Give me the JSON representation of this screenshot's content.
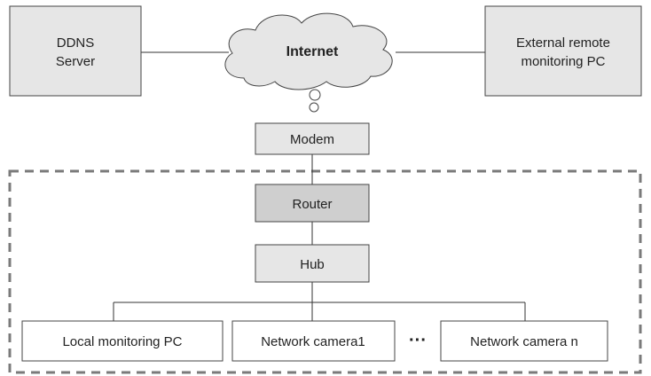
{
  "nodes": {
    "ddns_server": {
      "line1": "DDNS",
      "line2": "Server"
    },
    "internet": "Internet",
    "external_pc": {
      "line1": "External remote",
      "line2": "monitoring PC"
    },
    "modem": "Modem",
    "router": "Router",
    "hub": "Hub",
    "local_pc": "Local monitoring PC",
    "camera1": "Network camera1",
    "ellipsis": "···",
    "camera_n": "Network camera n"
  },
  "colors": {
    "box_fill": "#e6e6e6",
    "router_fill": "#cfcfcf",
    "border": "#444444",
    "dashed_border": "#7a7a7a"
  }
}
